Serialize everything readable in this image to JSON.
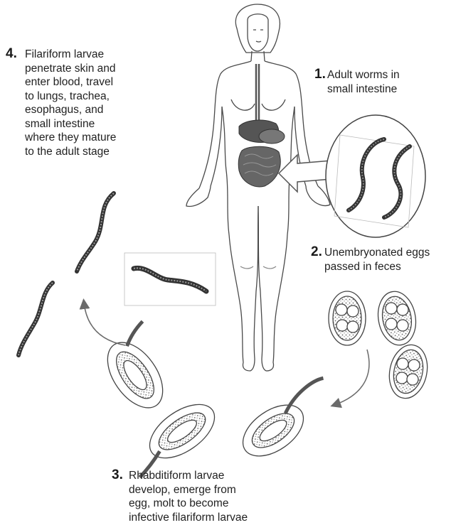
{
  "steps": [
    {
      "number": "1.",
      "text": "Adult worms in\nsmall intestine"
    },
    {
      "number": "2.",
      "text": "Unembryonated eggs\npassed in feces"
    },
    {
      "number": "3.",
      "text": "Rhabditiform larvae\ndevelop, emerge from\negg, molt to become\ninfective filariform larvae"
    },
    {
      "number": "4.",
      "text": "Filariform larvae\npenetrate skin and\nenter blood, travel\nto lungs, trachea,\nesophagus, and\nsmall intestine\nwhere they mature\nto the adult stage"
    }
  ],
  "colors": {
    "outline": "#4a4a4a",
    "organ": "#555555",
    "worm": "#3a3a3a",
    "arrow": "#6b6b6b",
    "text": "#222222"
  }
}
